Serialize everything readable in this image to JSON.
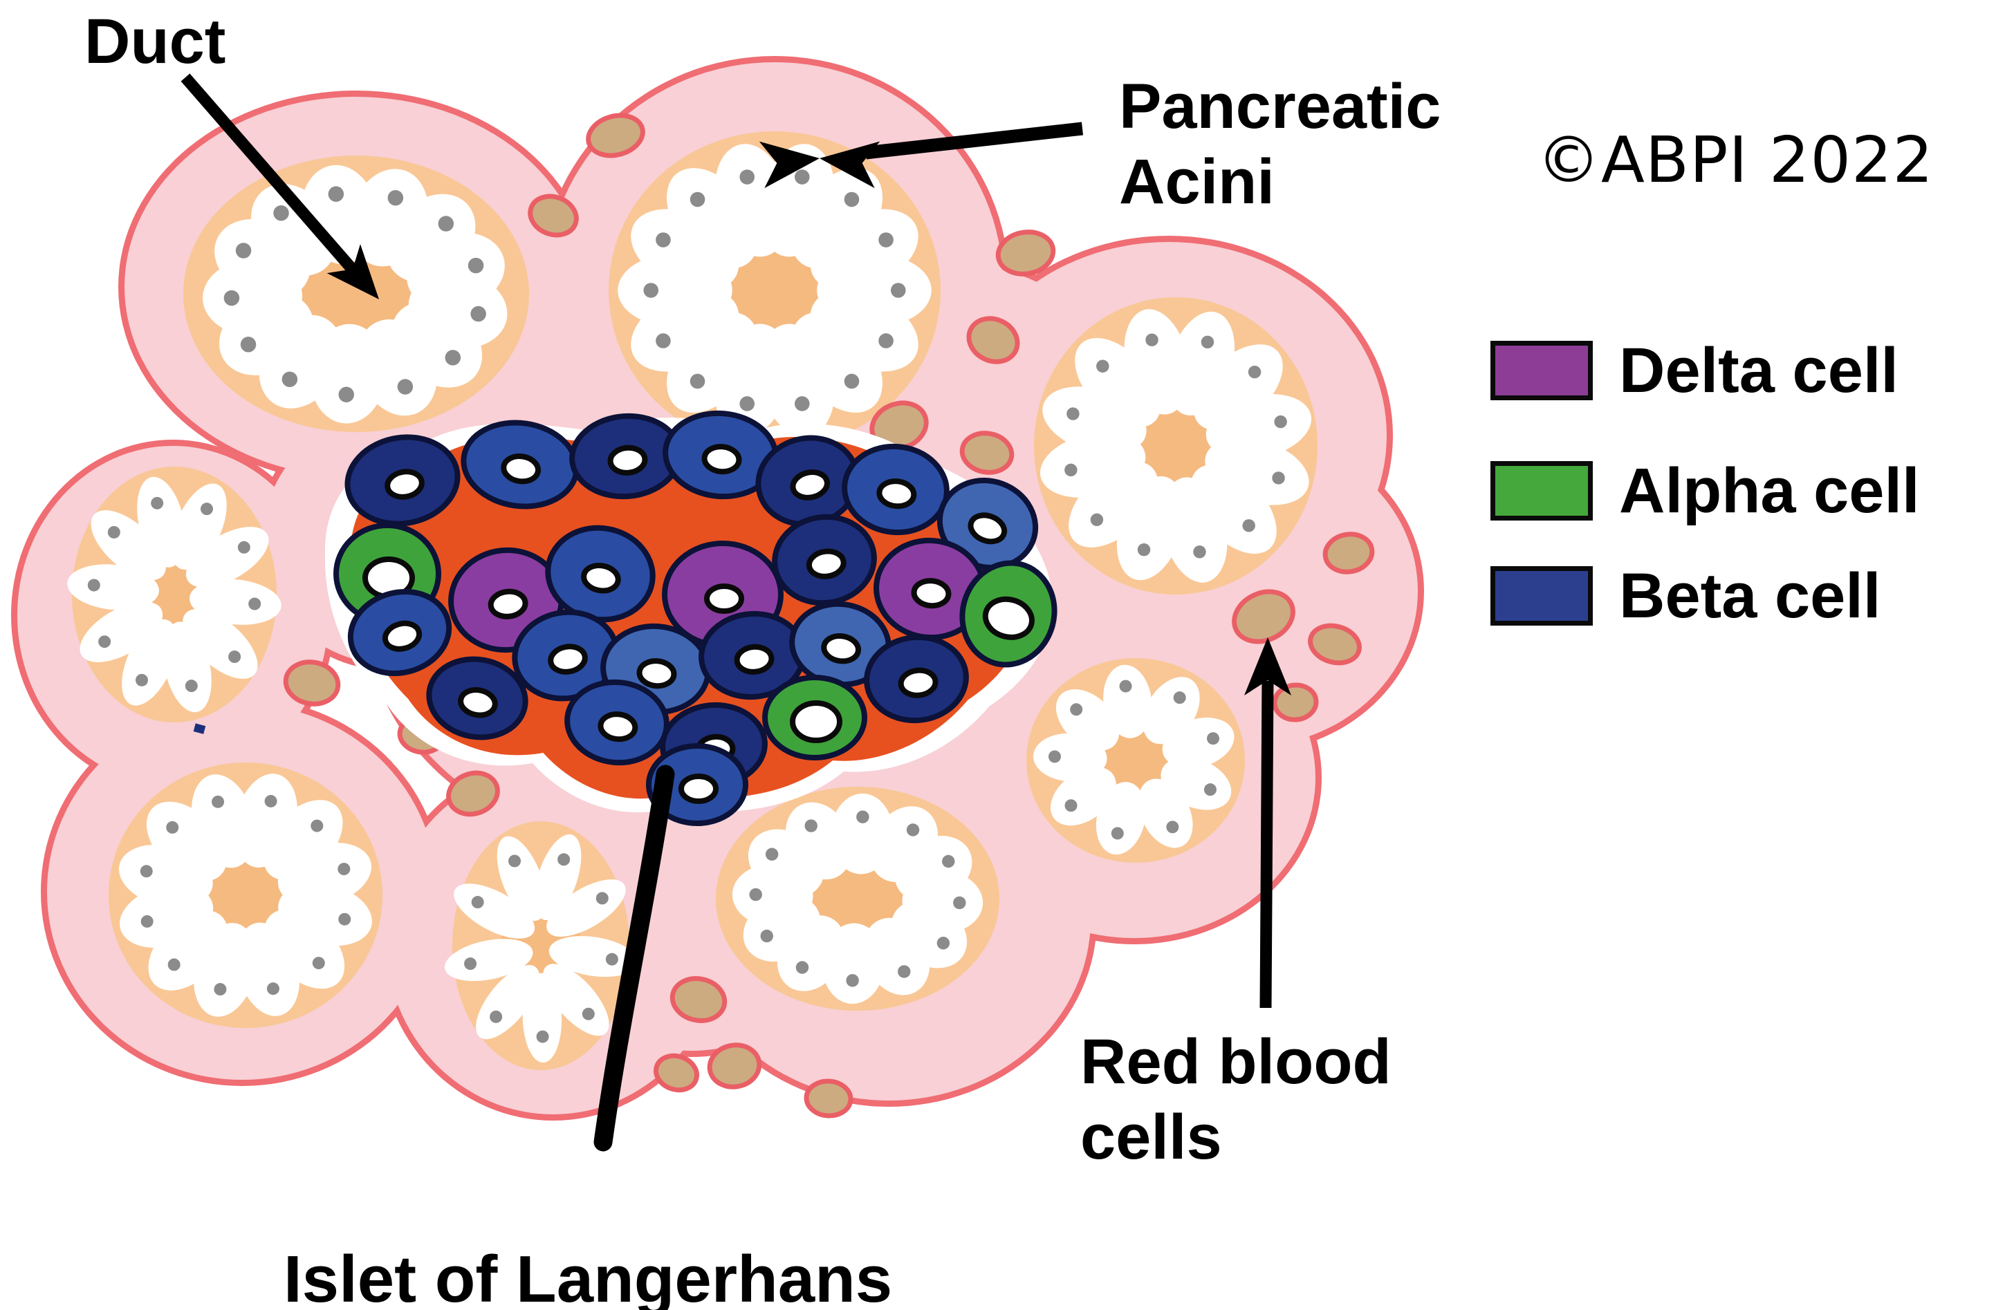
{
  "diagram": {
    "labels": {
      "duct": "Duct",
      "acini_line1": "Pancreatic",
      "acini_line2": "Acini",
      "rbc_line1": "Red blood",
      "rbc_line2": "cells",
      "islet": "Islet of Langerhans"
    },
    "copyright": "©ABPI 2022",
    "legend": {
      "items": [
        {
          "label": "Delta cell",
          "color": "#8d3d96"
        },
        {
          "label": "Alpha cell",
          "color": "#44a83c"
        },
        {
          "label": "Beta cell",
          "color": "#2c3f8f"
        }
      ]
    },
    "colors": {
      "tissue_pink": "#f8d0d5",
      "tissue_outline": "#ef6d73",
      "acinus_orange": "#f9c795",
      "acinus_center_orange": "#f5ba80",
      "acinar_cell_white": "#ffffff",
      "acinar_nucleus_gray": "#8b8b8b",
      "red_blood_cell_tan": "#ccab81",
      "red_blood_cell_ring": "#ea5f66",
      "islet_matrix_orange": "#e75120",
      "islet_halo_white": "#ffffff",
      "beta_cell_blue": "#2a4da3",
      "beta_cell_navy": "#1d2f7a",
      "beta_cell_light": "#4066b2",
      "alpha_cell_green": "#3fa33b",
      "delta_cell_purple": "#8a3da0",
      "cell_outline": "#0c1238",
      "pointer_black": "#000000"
    }
  }
}
